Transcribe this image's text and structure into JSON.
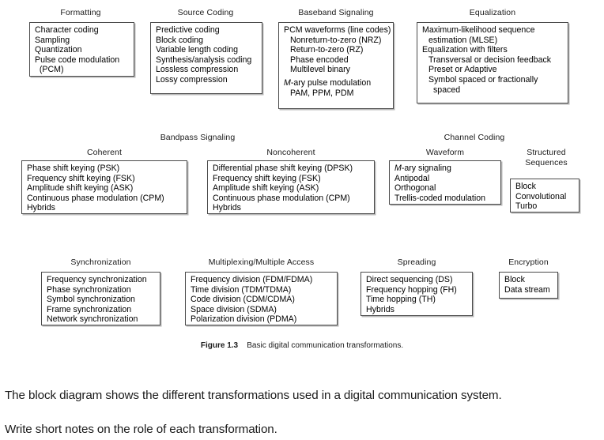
{
  "figure": {
    "caption_label": "Figure 1.3",
    "caption_text": "Basic digital communication transformations.",
    "groups": {
      "bandpass_signaling": "Bandpass Signaling",
      "channel_coding": "Channel Coding"
    },
    "boxes": [
      {
        "id": "formatting",
        "title": "Formatting",
        "items": [
          "Character coding",
          "Sampling",
          "Quantization",
          "Pulse code modulation",
          "  (PCM)"
        ]
      },
      {
        "id": "source-coding",
        "title": "Source Coding",
        "items": [
          "Predictive coding",
          "Block coding",
          "Variable length coding",
          "Synthesis/analysis coding",
          "Lossless compression",
          "Lossy compression"
        ]
      },
      {
        "id": "baseband-signaling",
        "title": "Baseband Signaling",
        "items": [
          "PCM waveforms (line codes)",
          "Nonreturn-to-zero (NRZ)",
          "Return-to-zero (RZ)",
          "Phase encoded",
          "Multilevel binary",
          "M-ary pulse modulation",
          "PAM, PPM, PDM"
        ]
      },
      {
        "id": "equalization",
        "title": "Equalization",
        "items": [
          "Maximum-likelihood sequence",
          "estimation (MLSE)",
          "Equalization with filters",
          "Transversal or decision feedback",
          "Preset or Adaptive",
          "Symbol spaced or fractionally",
          "spaced"
        ]
      },
      {
        "id": "coherent",
        "title": "Coherent",
        "items": [
          "Phase shift keying (PSK)",
          "Frequency shift keying (FSK)",
          "Amplitude shift keying (ASK)",
          "Continuous phase modulation (CPM)",
          "Hybrids"
        ]
      },
      {
        "id": "noncoherent",
        "title": "Noncoherent",
        "items": [
          "Differential phase shift keying (DPSK)",
          "Frequency shift keying (FSK)",
          "Amplitude shift keying (ASK)",
          "Continuous phase modulation (CPM)",
          "Hybrids"
        ]
      },
      {
        "id": "waveform",
        "title": "Waveform",
        "items": [
          "M-ary signaling",
          "Antipodal",
          "Orthogonal",
          "Trellis-coded modulation"
        ]
      },
      {
        "id": "structured-sequences",
        "title": "Structured\nSequences",
        "items": [
          "Block",
          "Convolutional",
          "Turbo"
        ]
      },
      {
        "id": "synchronization",
        "title": "Synchronization",
        "items": [
          "Frequency synchronization",
          "Phase synchronization",
          "Symbol synchronization",
          "Frame synchronization",
          "Network synchronization"
        ]
      },
      {
        "id": "multiplexing",
        "title": "Multiplexing/Multiple Access",
        "items": [
          "Frequency division (FDM/FDMA)",
          "Time division (TDM/TDMA)",
          "Code division (CDM/CDMA)",
          "Space division (SDMA)",
          "Polarization division (PDMA)"
        ]
      },
      {
        "id": "spreading",
        "title": "Spreading",
        "items": [
          "Direct sequencing (DS)",
          "Frequency hopping (FH)",
          "Time hopping (TH)",
          "Hybrids"
        ]
      },
      {
        "id": "encryption",
        "title": "Encryption",
        "items": [
          "Block",
          "Data stream"
        ]
      }
    ]
  },
  "prose": {
    "line1": "The block diagram shows the different transformations used in a digital communication system.",
    "line2": "Write short notes on the role of each transformation."
  }
}
